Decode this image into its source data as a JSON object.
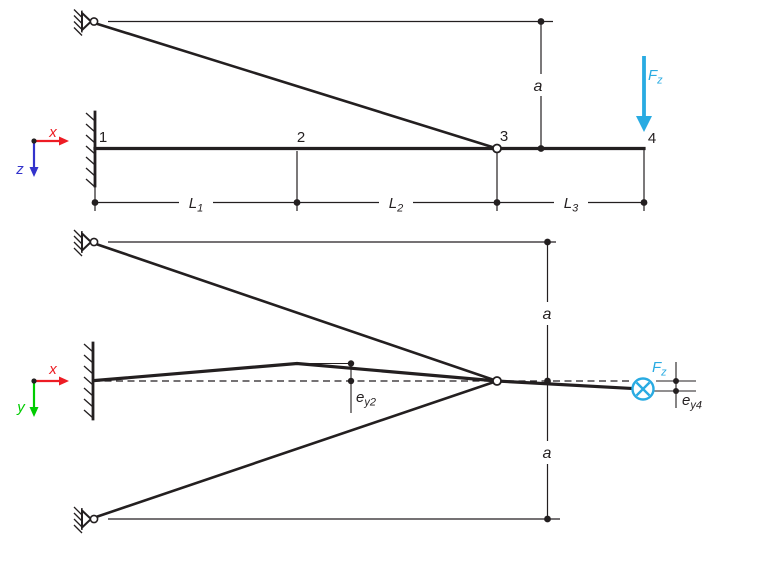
{
  "colors": {
    "ink": "#231F20",
    "axis_x_red": "#ED1C24",
    "axis_z_blue": "#3333CC",
    "axis_y_green": "#00CC00",
    "force_cyan": "#29ABE2"
  },
  "top_view": {
    "node_labels": [
      "1",
      "2",
      "3",
      "4"
    ],
    "span_dims": [
      {
        "base": "L",
        "sub": "1"
      },
      {
        "base": "L",
        "sub": "2"
      },
      {
        "base": "L",
        "sub": "3"
      }
    ],
    "offset_dim": "a",
    "force_label": {
      "base": "F",
      "sub": "z"
    },
    "axes": {
      "x": "x",
      "z": "z"
    }
  },
  "bottom_view": {
    "dim_a_upper": "a",
    "dim_a_lower": "a",
    "dim_ey2": {
      "base": "e",
      "sub": "y2"
    },
    "dim_ey4": {
      "base": "e",
      "sub": "y4"
    },
    "force_label": {
      "base": "F",
      "sub": "z"
    },
    "axes": {
      "x": "x",
      "y": "y"
    }
  }
}
